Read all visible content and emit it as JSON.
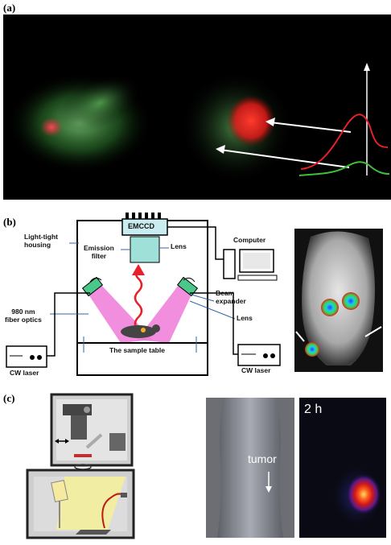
{
  "panels": {
    "a": {
      "label": "(a)"
    },
    "b": {
      "label": "(b)",
      "emccd": "EMCCD",
      "light_tight_line1": "Light-tight",
      "light_tight_line2": "housing",
      "emission_line1": "Emission",
      "emission_line2": "filter",
      "lens_top": "Lens",
      "computer": "Computer",
      "beam_line1": "Beam",
      "beam_line2": "expander",
      "lens_bottom": "Lens",
      "fiber_line1": "980 nm",
      "fiber_line2": "fiber optics",
      "sample_table": "The sample table",
      "cw_laser_left": "CW laser",
      "cw_laser_right": "CW laser"
    },
    "c": {
      "label": "(c)",
      "tumor_label": "tumor",
      "time_label": "2 h"
    }
  },
  "colors": {
    "emission_red": "#e8202a",
    "ncr_green": "#3fbf3a",
    "laser_pink": "#f07ad8",
    "filter_teal": "#9fe0d8",
    "yellow_beam": "#f3ef9c"
  }
}
